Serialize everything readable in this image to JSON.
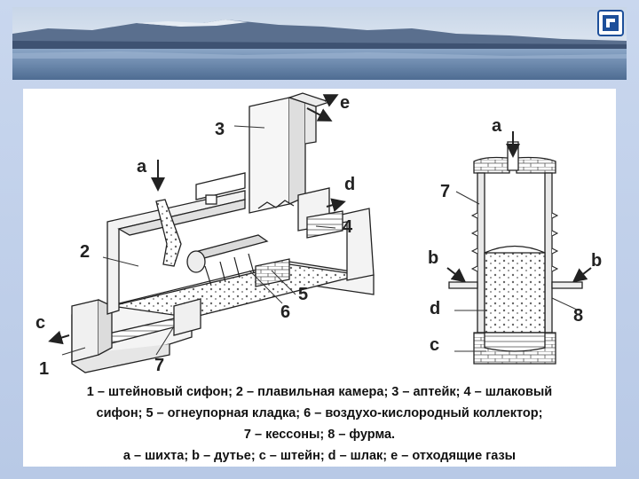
{
  "labels": {
    "left": {
      "e": "e",
      "n3": "3",
      "a": "a",
      "d": "d",
      "n4": "4",
      "n2": "2",
      "n5": "5",
      "n6": "6",
      "c": "c",
      "n1": "1",
      "n7": "7"
    },
    "right": {
      "a": "a",
      "n7": "7",
      "b_left": "b",
      "b_right": "b",
      "d": "d",
      "n8": "8",
      "c": "c"
    }
  },
  "caption": {
    "line1": "1 – штейновый сифон; 2 – плавильная камера; 3 – аптейк; 4 – шлаковый",
    "line2": "сифон; 5 – огнеупорная кладка; 6 – воздухо-кислородный коллектор;",
    "line3": "7 – кессоны; 8 – фурма.",
    "line4": "а – шихта; b – дутье; c – штейн; d – шлак; e – отходящие газы"
  },
  "colors": {
    "banner_sky": "#dfe8f3",
    "banner_mountains": "#4d6484",
    "banner_water": "#6f8fb5",
    "logo": "#1d4f9a"
  },
  "icons": {
    "logo": "square-logo-icon"
  }
}
